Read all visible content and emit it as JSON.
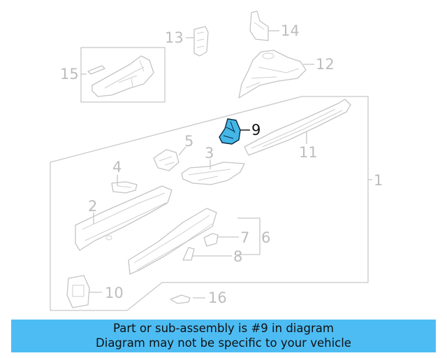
{
  "callouts": {
    "c1": "1",
    "c2": "2",
    "c3": "3",
    "c4": "4",
    "c5": "5",
    "c6": "6",
    "c7": "7",
    "c8": "8",
    "c9": "9",
    "c10": "10",
    "c11": "11",
    "c12": "12",
    "c13": "13",
    "c14": "14",
    "c15": "15",
    "c16": "16"
  },
  "colors": {
    "highlight_fill": "#44b6e8",
    "banner_background": "#4dbcf3",
    "outline_gray": "#c4c4c4"
  },
  "banner": {
    "line1": "Part or sub-assembly is #9 in diagram",
    "line2": "Diagram may not be specific to your vehicle"
  }
}
